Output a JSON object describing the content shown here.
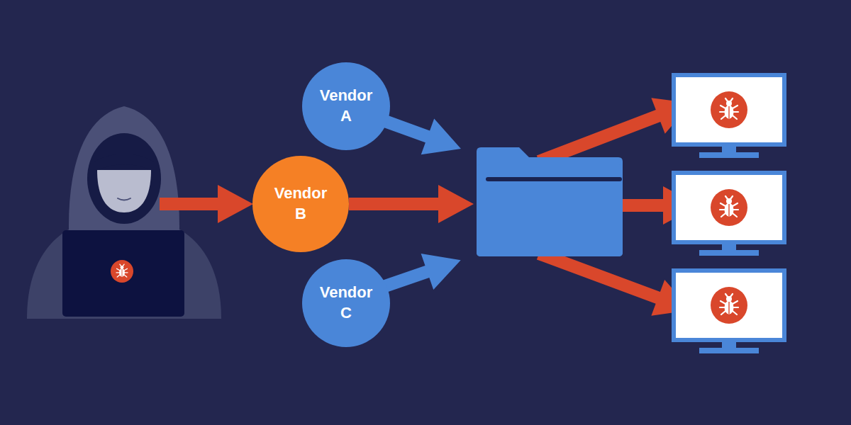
{
  "diagram": {
    "nodes": [
      {
        "text": [
          "Vendor A"
        ]
      },
      {
        "text": [
          "Vendor B"
        ]
      },
      {
        "text": [
          "Vendor C"
        ]
      }
    ]
  }
}
